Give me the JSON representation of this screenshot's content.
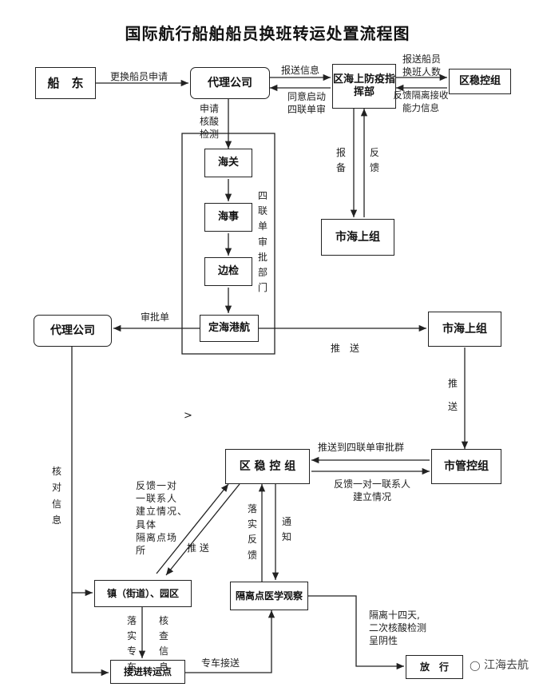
{
  "title": "国际航行船舶船员换班转运处置流程图",
  "nodes": {
    "shipowner": "船　东",
    "agent_top": "代理公司",
    "district_hq": "区海上防疫指挥部",
    "district_control": "区稳控组",
    "city_maritime_top": "市海上组",
    "customs": "海关",
    "maritime": "海事",
    "border": "边检",
    "port_nav": "定海港航",
    "agent_left": "代理公司",
    "city_maritime_mid": "市海上组",
    "district_control_main": "区 稳 控 组",
    "city_control": "市管控组",
    "town": "镇（街道）、园区",
    "quarantine": "隔离点医学观察",
    "transit": "接进转运点",
    "release": "放　行"
  },
  "edge_labels": {
    "change_request": "更换船员申请",
    "report_info": "报送信息",
    "agree_start": "同意启动\n四联单审",
    "report_crew": "报送船员\n换班人数",
    "feedback_capacity": "反馈隔离接收\n能力信息",
    "apply_test": "申请\n核酸\n检测",
    "four_dept": "四联单审批部门",
    "report_up": "报备",
    "feedback_down": "反馈",
    "approval_form": "审批单",
    "push_right": "推　送",
    "push_down": "推送",
    "push_to_group": "推送到四联单审批群",
    "feedback_contacts": "反馈一对一联系人\n建立情况",
    "feedback_left": "反馈一对\n一联系人\n建立情况、具体\n隔离点场\n所",
    "push_diag": "推 送",
    "implement_fb": "落实反馈",
    "notify": "通知",
    "verify_info": "核对信息",
    "implement_car": "落实专车",
    "check_info": "核查信息",
    "special_car": "专车接送",
    "release_cond": "隔离十四天,\n二次核酸检测\n呈阴性",
    "stray": ">"
  },
  "watermark": "江海去航"
}
